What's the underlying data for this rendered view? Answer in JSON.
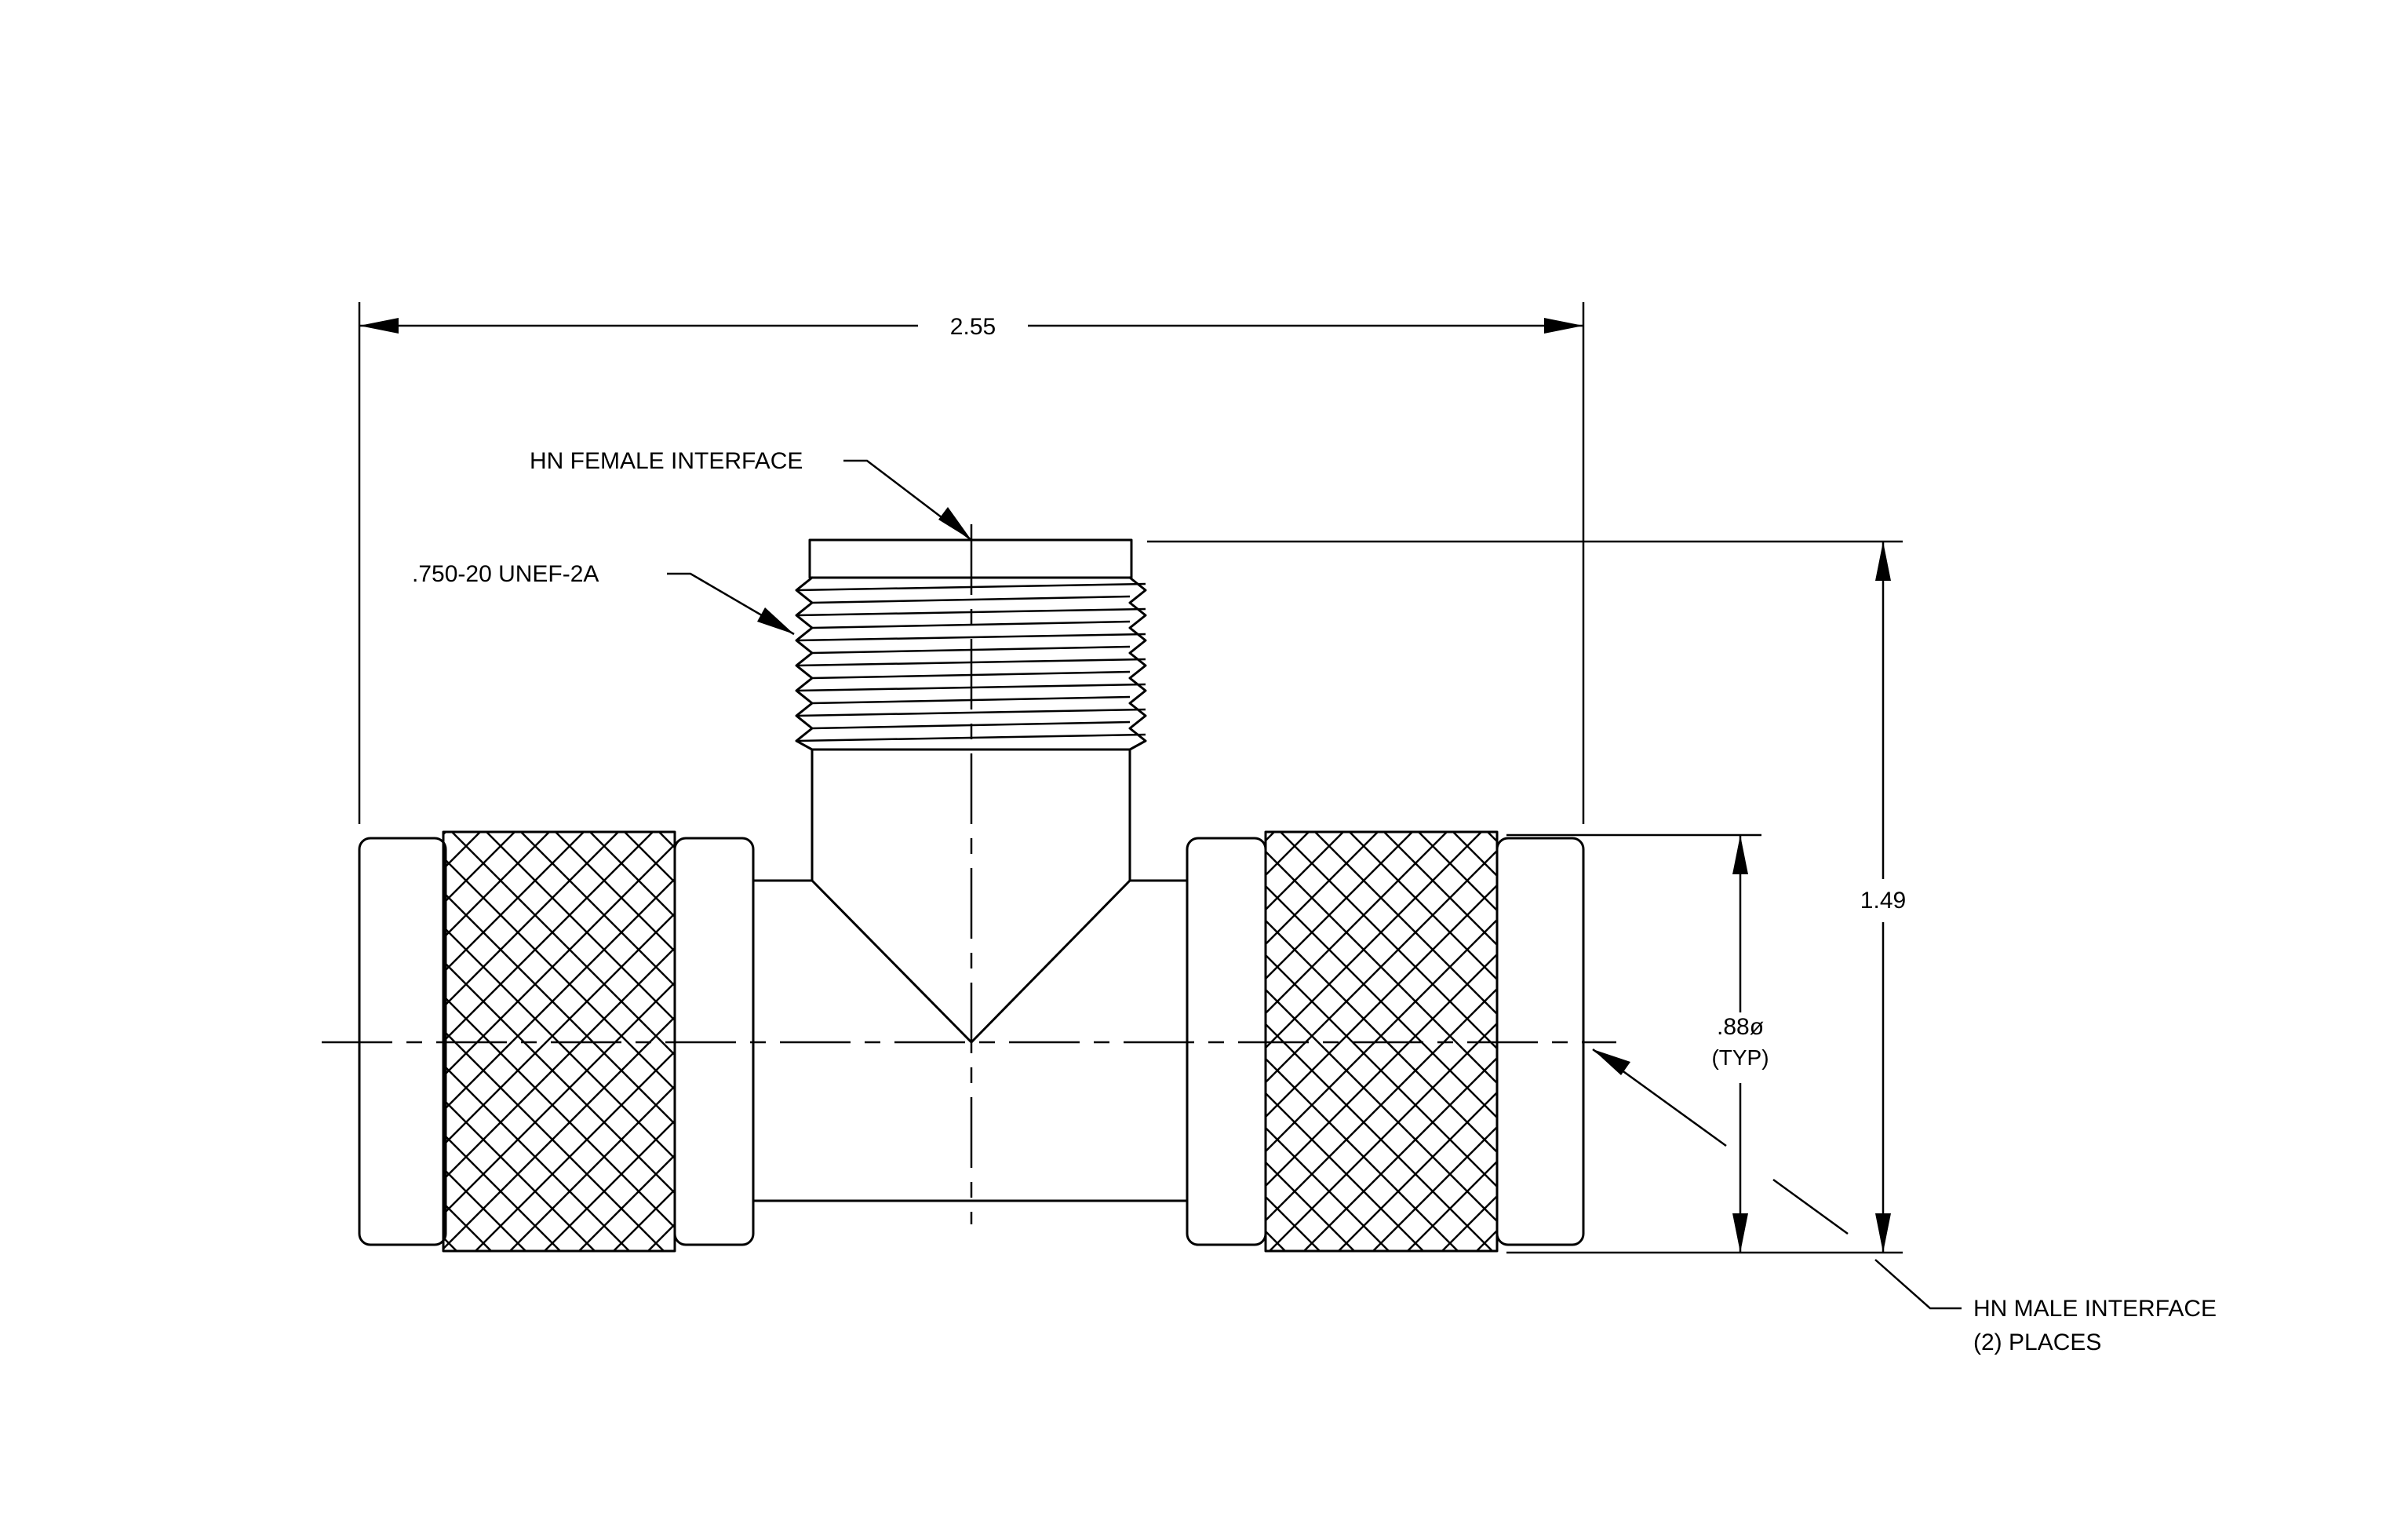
{
  "dimensions": {
    "overall_width": "2.55",
    "overall_height": "1.49",
    "knurl_diameter": ".88ø",
    "knurl_diameter_note": "(TYP)"
  },
  "callouts": {
    "female_interface": "HN FEMALE INTERFACE",
    "thread_spec": ".750-20 UNEF-2A",
    "male_interface_line1": "HN MALE INTERFACE",
    "male_interface_line2": "(2)  PLACES"
  }
}
